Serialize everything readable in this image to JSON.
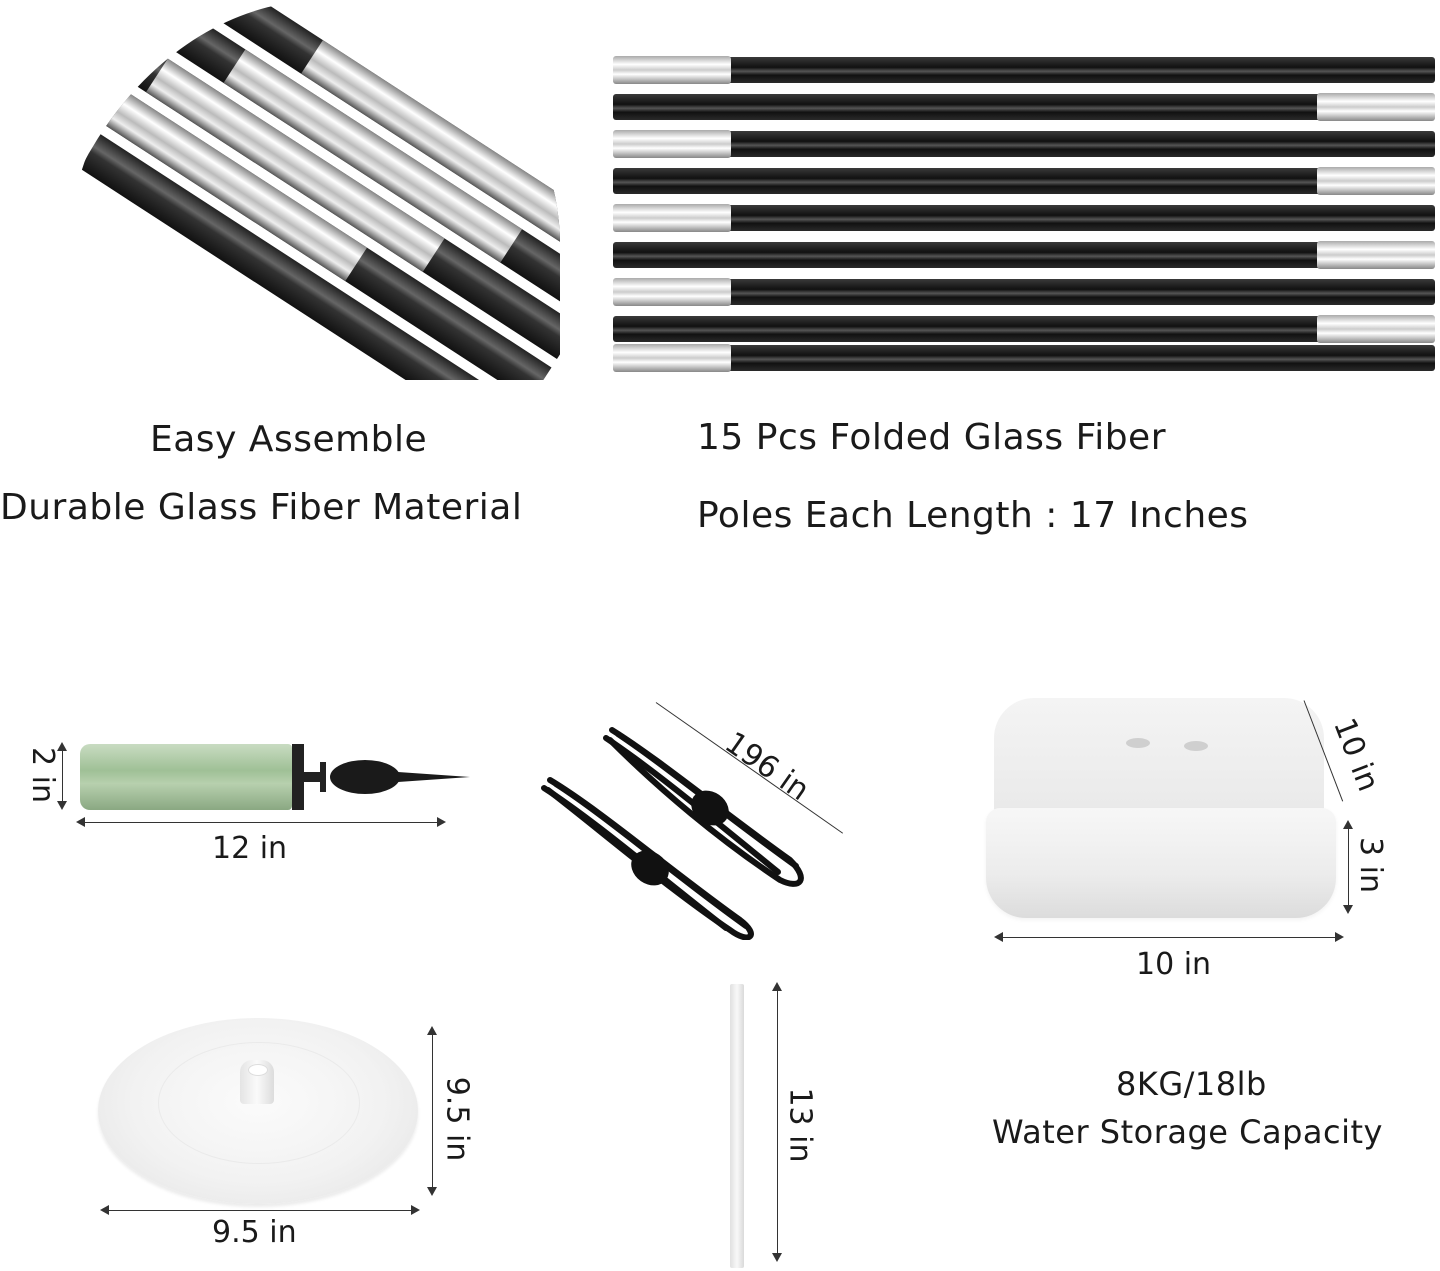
{
  "top_left": {
    "image": "glass-fiber-pole-closeup",
    "caption_line1": "Easy Assemble",
    "caption_line2": "Durable Glass Fiber Material"
  },
  "top_right": {
    "image": "folded-glass-fiber-poles",
    "pole_count_visible": 15,
    "caption_line1": "15 Pcs Folded Glass Fiber",
    "caption_line2": "Poles Each Length : 17 Inches"
  },
  "pump": {
    "image": "hand-air-pump",
    "height_label": "2 in",
    "length_label": "12 in",
    "body_color": "#a8c9a0"
  },
  "ropes": {
    "image": "black-elastic-cords",
    "length_label": "196 in"
  },
  "water_bag": {
    "image": "water-weight-bag",
    "depth_label": "10 in",
    "height_label": "3 in",
    "width_label": "10 in"
  },
  "base": {
    "image": "round-base-plate",
    "height_label": "9.5 in",
    "width_label": "9.5 in"
  },
  "rod": {
    "image": "white-connector-rod",
    "length_label": "13 in"
  },
  "capacity": {
    "value": "8KG/18lb",
    "label": "Water Storage Capacity"
  }
}
